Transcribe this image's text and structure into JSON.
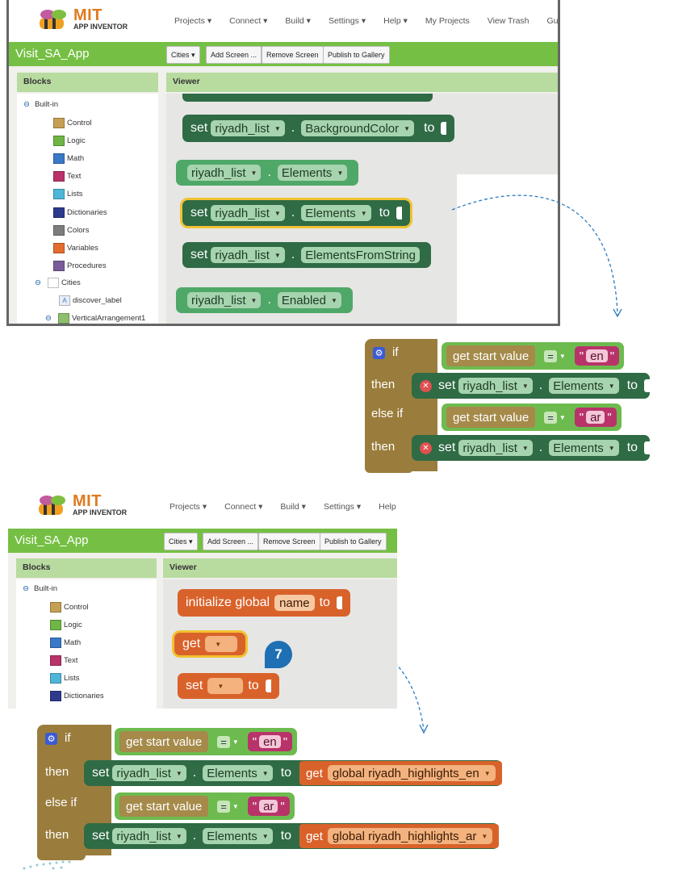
{
  "header": {
    "logo_mit": "MIT",
    "logo_sub": "APP INVENTOR",
    "menu_top": [
      "Projects ▾",
      "Connect ▾",
      "Build ▾",
      "Settings ▾",
      "Help ▾",
      "My Projects",
      "View Trash",
      "Guide"
    ],
    "menu_bottom": [
      "Projects ▾",
      "Connect ▾",
      "Build ▾",
      "Settings ▾",
      "Help ▾"
    ]
  },
  "toolbar": {
    "app_name": "Visit_SA_App",
    "screen_select": "Cities ▾",
    "add_screen": "Add Screen ...",
    "remove_screen": "Remove Screen",
    "publish": "Publish to Gallery"
  },
  "panels": {
    "blocks": "Blocks",
    "viewer": "Viewer"
  },
  "tree": {
    "builtin": "Built-in",
    "items": [
      {
        "label": "Control",
        "color": "#c6a052"
      },
      {
        "label": "Logic",
        "color": "#6fb644"
      },
      {
        "label": "Math",
        "color": "#3a78c8"
      },
      {
        "label": "Text",
        "color": "#b8336a"
      },
      {
        "label": "Lists",
        "color": "#4fb6d8"
      },
      {
        "label": "Dictionaries",
        "color": "#2d3a8c"
      },
      {
        "label": "Colors",
        "color": "#7d7d7d"
      },
      {
        "label": "Variables",
        "color": "#e36c2f"
      },
      {
        "label": "Procedures",
        "color": "#7a5c9a"
      }
    ],
    "cities": "Cities",
    "discover_label": "discover_label",
    "vertical": "VerticalArrangement1"
  },
  "blocks_top": {
    "b1": {
      "set": "set",
      "comp": "riyadh_list",
      "dot": ".",
      "prop": "BackgroundColor",
      "to": "to"
    },
    "b2": {
      "comp": "riyadh_list",
      "dot": ".",
      "prop": "Elements"
    },
    "b3": {
      "set": "set",
      "comp": "riyadh_list",
      "dot": ".",
      "prop": "Elements",
      "to": "to"
    },
    "b4": {
      "set": "set",
      "comp": "riyadh_list",
      "dot": ".",
      "prop": "ElementsFromString"
    },
    "b5": {
      "comp": "riyadh_list",
      "dot": ".",
      "prop": "Enabled"
    }
  },
  "ifblock": {
    "if": "if",
    "then": "then",
    "elseif": "else if",
    "get_start": "get start value",
    "eq": "=",
    "en": "en",
    "ar": "ar",
    "quote": "\"",
    "set": "set",
    "comp": "riyadh_list",
    "dot": ".",
    "prop": "Elements",
    "to": "to",
    "get": "get",
    "global_en": "global riyadh_highlights_en",
    "global_ar": "global riyadh_highlights_ar"
  },
  "blocks_bottom": {
    "init": "initialize global",
    "name": "name",
    "to": "to",
    "get": "get",
    "set": "set"
  },
  "badge": "7"
}
